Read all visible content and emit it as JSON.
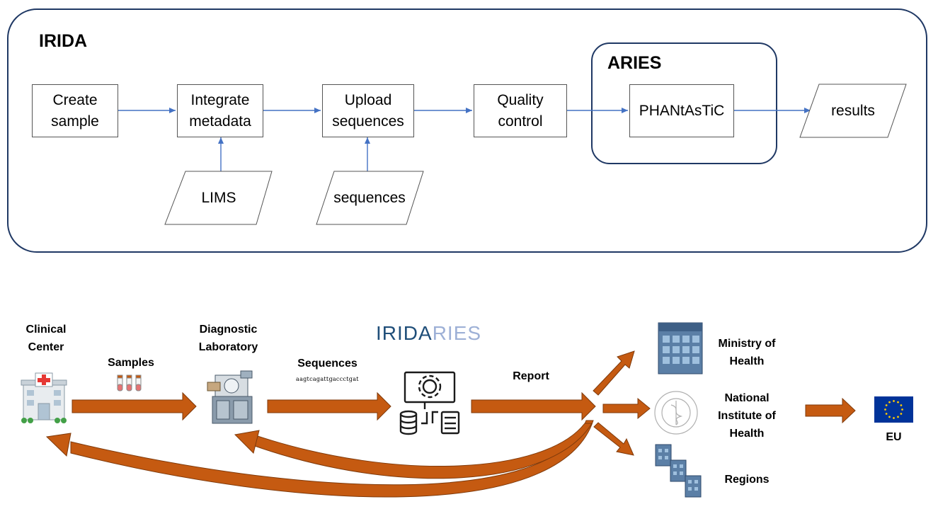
{
  "top": {
    "title": "IRIDA",
    "group_title": "ARIES",
    "steps": [
      {
        "label": "Create\nsample"
      },
      {
        "label": "Integrate\nmetadata"
      },
      {
        "label": "Upload\nsequences"
      },
      {
        "label": "Quality\ncontrol"
      },
      {
        "label": "PHANtAsTiC"
      }
    ],
    "inputs": [
      {
        "label": "LIMS"
      },
      {
        "label": "sequences"
      },
      {
        "label": "results"
      }
    ],
    "colors": {
      "border": "#1f3864",
      "connector": "#4472c4"
    }
  },
  "bottom": {
    "brand_part1": "IRIDA",
    "brand_part2": "RIES",
    "nodes": {
      "clinical_center": "Clinical\nCenter",
      "diagnostic_lab": "Diagnostic\nLaboratory",
      "ministry": "Ministry of\nHealth",
      "national_institute": "National\nInstitute of\nHealth",
      "regions": "Regions",
      "eu": "EU"
    },
    "flows": {
      "samples": "Samples",
      "sequences": "Sequences",
      "sequence_text": "aagtcagattgaccctgat",
      "report": "Report"
    },
    "colors": {
      "arrow": "#c55a11",
      "eu_flag": "#003399",
      "stars": "#ffcc00"
    }
  }
}
